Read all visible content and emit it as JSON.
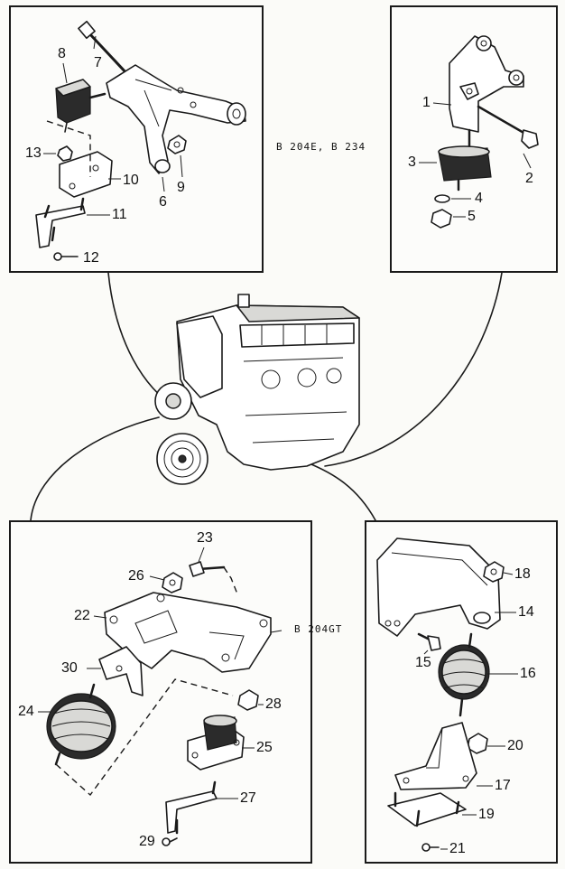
{
  "captions": {
    "top_right": "B 204E, B 234",
    "bottom": "B 204GT"
  },
  "callouts": {
    "n1": "1",
    "n2": "2",
    "n3": "3",
    "n4": "4",
    "n5": "5",
    "n6": "6",
    "n7": "7",
    "n8": "8",
    "n9": "9",
    "n10": "10",
    "n11": "11",
    "n12": "12",
    "n13": "13",
    "n14": "14",
    "n15": "15",
    "n16": "16",
    "n17": "17",
    "n18": "18",
    "n19": "19",
    "n20": "20",
    "n21": "21",
    "n22": "22",
    "n23": "23",
    "n24": "24",
    "n25": "25",
    "n26": "26",
    "n27": "27",
    "n28": "28",
    "n29": "29",
    "n30": "30"
  }
}
